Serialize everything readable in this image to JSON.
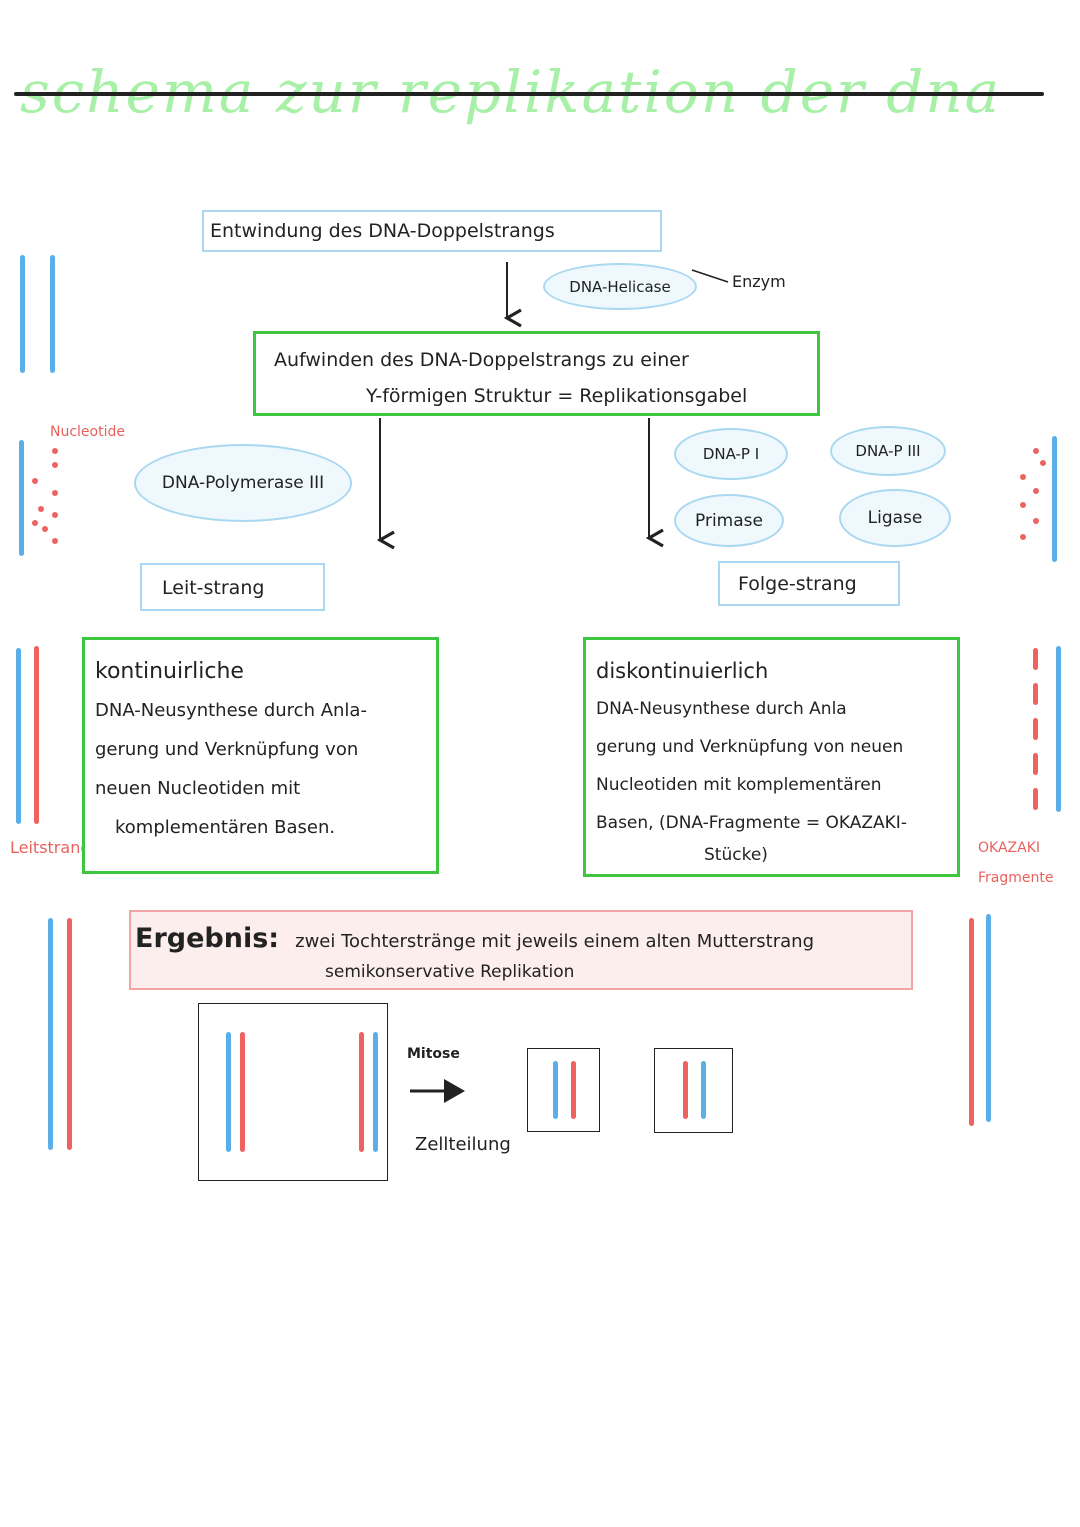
{
  "title": "schema zur replikation der dna",
  "step1": "Entwindung des DNA-Doppelstrangs",
  "helicase": "DNA-Helicase",
  "enzym": "Enzym",
  "step2_line1": "Aufwinden des DNA-Doppelstrangs zu einer",
  "step2_line2": "Y-förmigen Struktur = Replikationsgabel",
  "nucleotide_label": "Nucleotide",
  "polymerase3_left": "DNA-Polymerase III",
  "dna_p1": "DNA-P I",
  "dna_p3": "DNA-P III",
  "primase": "Primase",
  "ligase": "Ligase",
  "leitstrang_box": "Leit-strang",
  "folgestrang_box": "Folge-strang",
  "left_green": {
    "head": "kontinuirliche",
    "l1": "DNA-Neusynthese durch Anla-",
    "l2": "gerung und Verknüpfung von",
    "l3": "neuen Nucleotiden mit",
    "l4": "komplementären Basen."
  },
  "right_green": {
    "head": "diskontinuierlich",
    "l1": "DNA-Neusynthese durch Anla",
    "l2": "gerung und Verknüpfung von neuen",
    "l3": "Nucleotiden mit komplementären",
    "l4": "Basen, (DNA-Fragmente = OKAZAKI-",
    "l5": "Stücke)"
  },
  "leitstrang_side": "Leitstrang",
  "okazaki_side_1": "OKAZAKI",
  "okazaki_side_2": "Fragmente",
  "ergebnis_label": "Ergebnis:",
  "ergebnis_text": "zwei Tochterstränge mit jeweils einem alten Mutterstrang",
  "ergebnis_result": "semikonservative Replikation",
  "mitose": "Mitose",
  "zellteilung": "Zellteilung",
  "colors": {
    "blue_strand": "#5aafe8",
    "red_strand": "#ee6360",
    "green_border": "#3ec63e",
    "title_green": "#a8f0a8"
  }
}
